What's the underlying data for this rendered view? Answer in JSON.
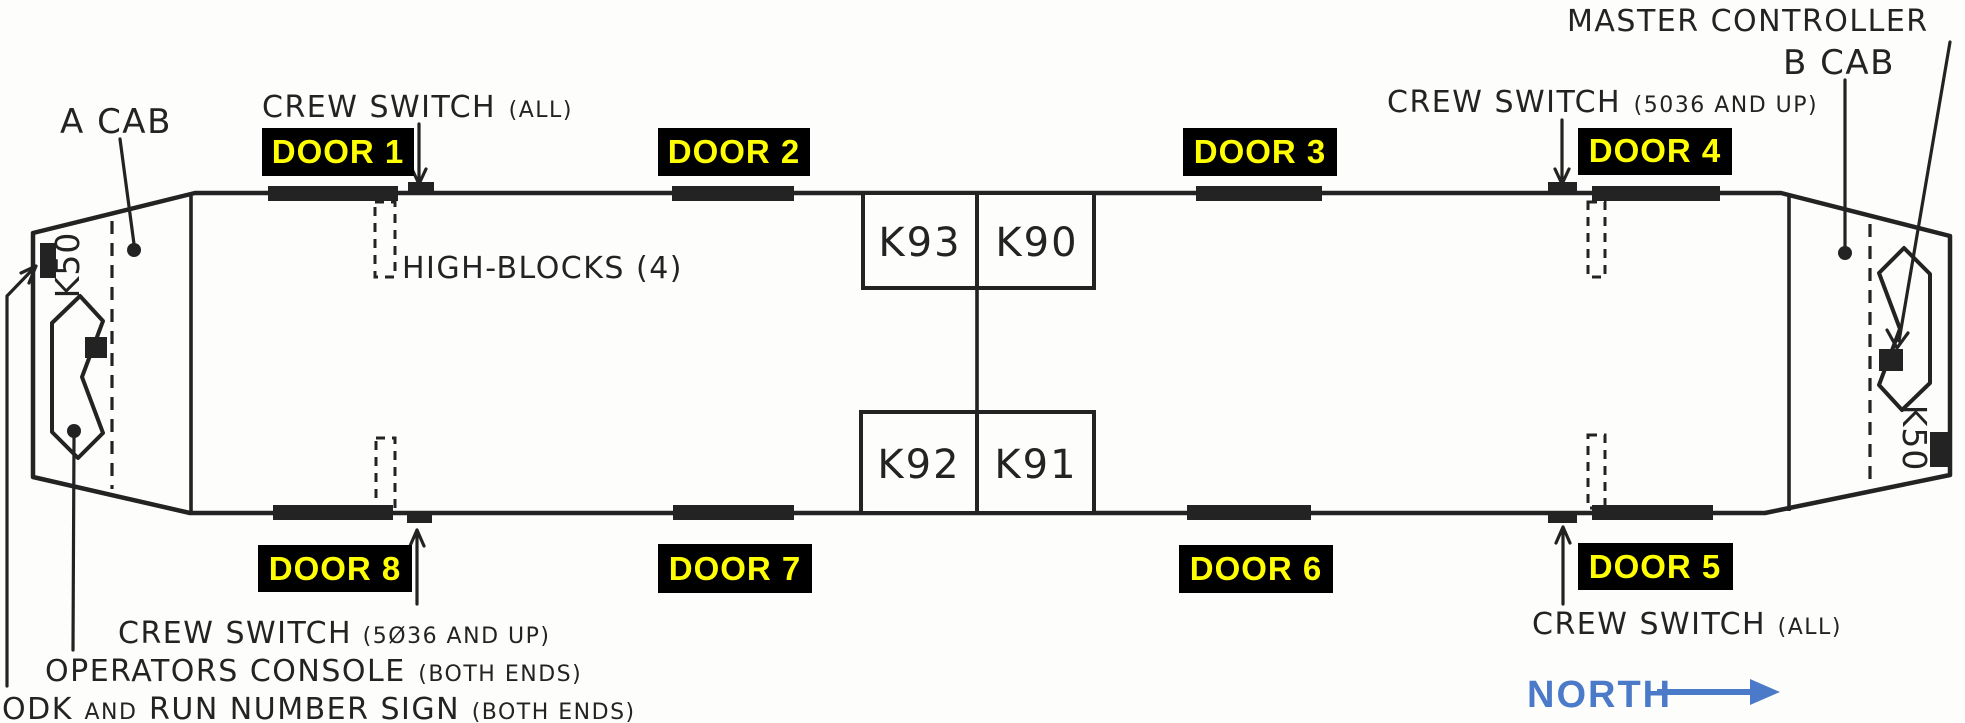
{
  "doors": [
    {
      "label": "DOOR 1"
    },
    {
      "label": "DOOR 2"
    },
    {
      "label": "DOOR 3"
    },
    {
      "label": "DOOR 4"
    },
    {
      "label": "DOOR 5"
    },
    {
      "label": "DOOR 6"
    },
    {
      "label": "DOOR 7"
    },
    {
      "label": "DOOR 8"
    }
  ],
  "relays": {
    "k93": "K93",
    "k90": "K90",
    "k92": "K92",
    "k91": "K91"
  },
  "k50": {
    "left": "K50",
    "right": "K50"
  },
  "annotations": {
    "a_cab": "A CAB",
    "b_cab": "B CAB",
    "master_controller": "MASTER CONTROLLER",
    "high_blocks": "HIGH-BLOCKS (4)",
    "crew_switch_top_left": {
      "main": "CREW SWITCH",
      "qualifier": "(ALL)"
    },
    "crew_switch_top_right": {
      "main": "CREW SWITCH",
      "qualifier": "(5036 AND UP)"
    },
    "crew_switch_bottom_left": {
      "main": "CREW SWITCH",
      "qualifier": "(5Ø36 AND UP)"
    },
    "crew_switch_bottom_right": {
      "main": "CREW SWITCH",
      "qualifier": "(ALL)"
    },
    "operators_console": {
      "main": "OPERATORS CONSOLE",
      "qualifier": "(BOTH ENDS)"
    },
    "odk_run_number": {
      "part1": "ODK",
      "and": "AND",
      "part2": "RUN NUMBER SIGN",
      "qualifier": "(BOTH ENDS)"
    }
  },
  "compass": {
    "label": "NORTH"
  },
  "colors": {
    "ink": "#232323",
    "door_label_bg": "#000000",
    "door_label_text": "#ffff00",
    "north": "#4b7ac8",
    "paper": "#fdfdfc"
  }
}
